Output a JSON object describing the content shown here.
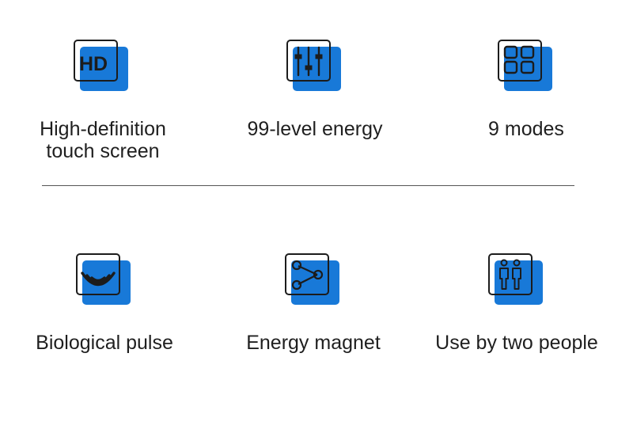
{
  "colors": {
    "accent": "#1879d8",
    "stroke": "#1c1c1c",
    "text": "#1f1f1f",
    "divider": "#555555"
  },
  "features": [
    {
      "icon": "hd-icon",
      "hd_text": "HD",
      "label": "High-definition\ntouch screen"
    },
    {
      "icon": "sliders-icon",
      "label": "99-level energy"
    },
    {
      "icon": "grid-icon",
      "label": "9 modes"
    },
    {
      "icon": "pulse-wave-icon",
      "label": "Biological pulse"
    },
    {
      "icon": "share-nodes-icon",
      "label": "Energy magnet"
    },
    {
      "icon": "two-people-icon",
      "label": "Use by two people"
    }
  ]
}
